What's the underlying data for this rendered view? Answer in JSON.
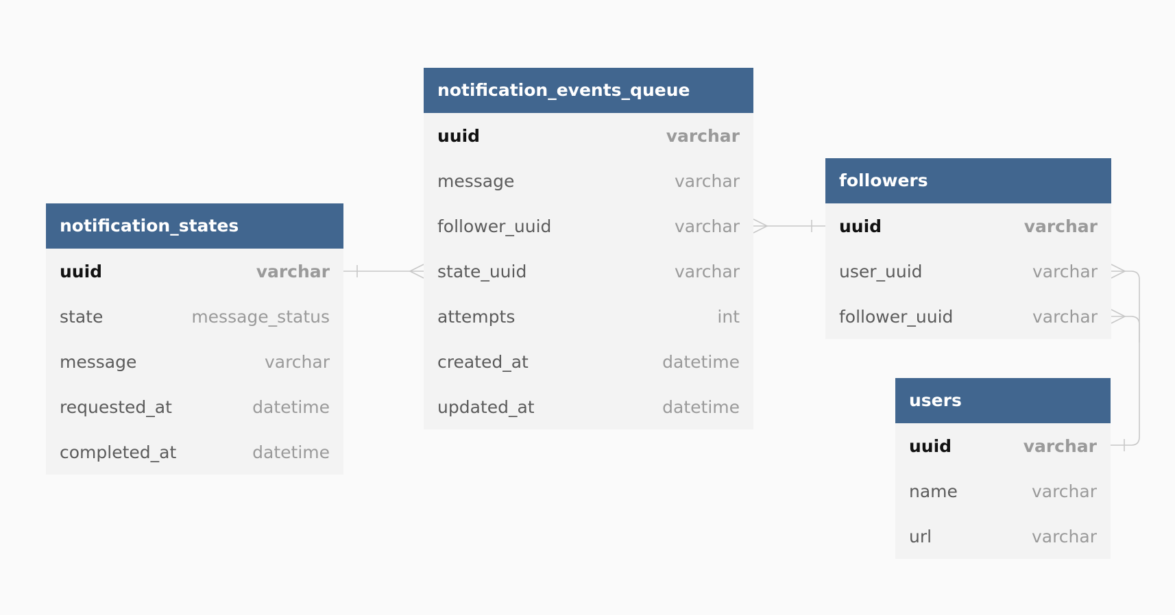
{
  "colors": {
    "header_background": "#41668f",
    "header_text": "#ffffff",
    "body_background": "#f3f3f3",
    "page_background": "#fafafa",
    "connector": "#c8c8c8"
  },
  "entities": [
    {
      "title": "notification_states",
      "fields": [
        {
          "name": "uuid",
          "type": "varchar",
          "primary": true
        },
        {
          "name": "state",
          "type": "message_status",
          "primary": false
        },
        {
          "name": "message",
          "type": "varchar",
          "primary": false
        },
        {
          "name": "requested_at",
          "type": "datetime",
          "primary": false
        },
        {
          "name": "completed_at",
          "type": "datetime",
          "primary": false
        }
      ]
    },
    {
      "title": "notification_events_queue",
      "fields": [
        {
          "name": "uuid",
          "type": "varchar",
          "primary": true
        },
        {
          "name": "message",
          "type": "varchar",
          "primary": false
        },
        {
          "name": "follower_uuid",
          "type": "varchar",
          "primary": false
        },
        {
          "name": "state_uuid",
          "type": "varchar",
          "primary": false
        },
        {
          "name": "attempts",
          "type": "int",
          "primary": false
        },
        {
          "name": "created_at",
          "type": "datetime",
          "primary": false
        },
        {
          "name": "updated_at",
          "type": "datetime",
          "primary": false
        }
      ]
    },
    {
      "title": "followers",
      "fields": [
        {
          "name": "uuid",
          "type": "varchar",
          "primary": true
        },
        {
          "name": "user_uuid",
          "type": "varchar",
          "primary": false
        },
        {
          "name": "follower_uuid",
          "type": "varchar",
          "primary": false
        }
      ]
    },
    {
      "title": "users",
      "fields": [
        {
          "name": "uuid",
          "type": "varchar",
          "primary": true
        },
        {
          "name": "name",
          "type": "varchar",
          "primary": false
        },
        {
          "name": "url",
          "type": "varchar",
          "primary": false
        }
      ]
    }
  ],
  "relationships": [
    {
      "from": "notification_events_queue.state_uuid",
      "to": "notification_states.uuid",
      "cardinality": "many-to-one"
    },
    {
      "from": "notification_events_queue.follower_uuid",
      "to": "followers.uuid",
      "cardinality": "many-to-one"
    },
    {
      "from": "followers.user_uuid",
      "to": "users.uuid",
      "cardinality": "many-to-one"
    },
    {
      "from": "followers.follower_uuid",
      "to": "users.uuid",
      "cardinality": "many-to-one"
    }
  ]
}
